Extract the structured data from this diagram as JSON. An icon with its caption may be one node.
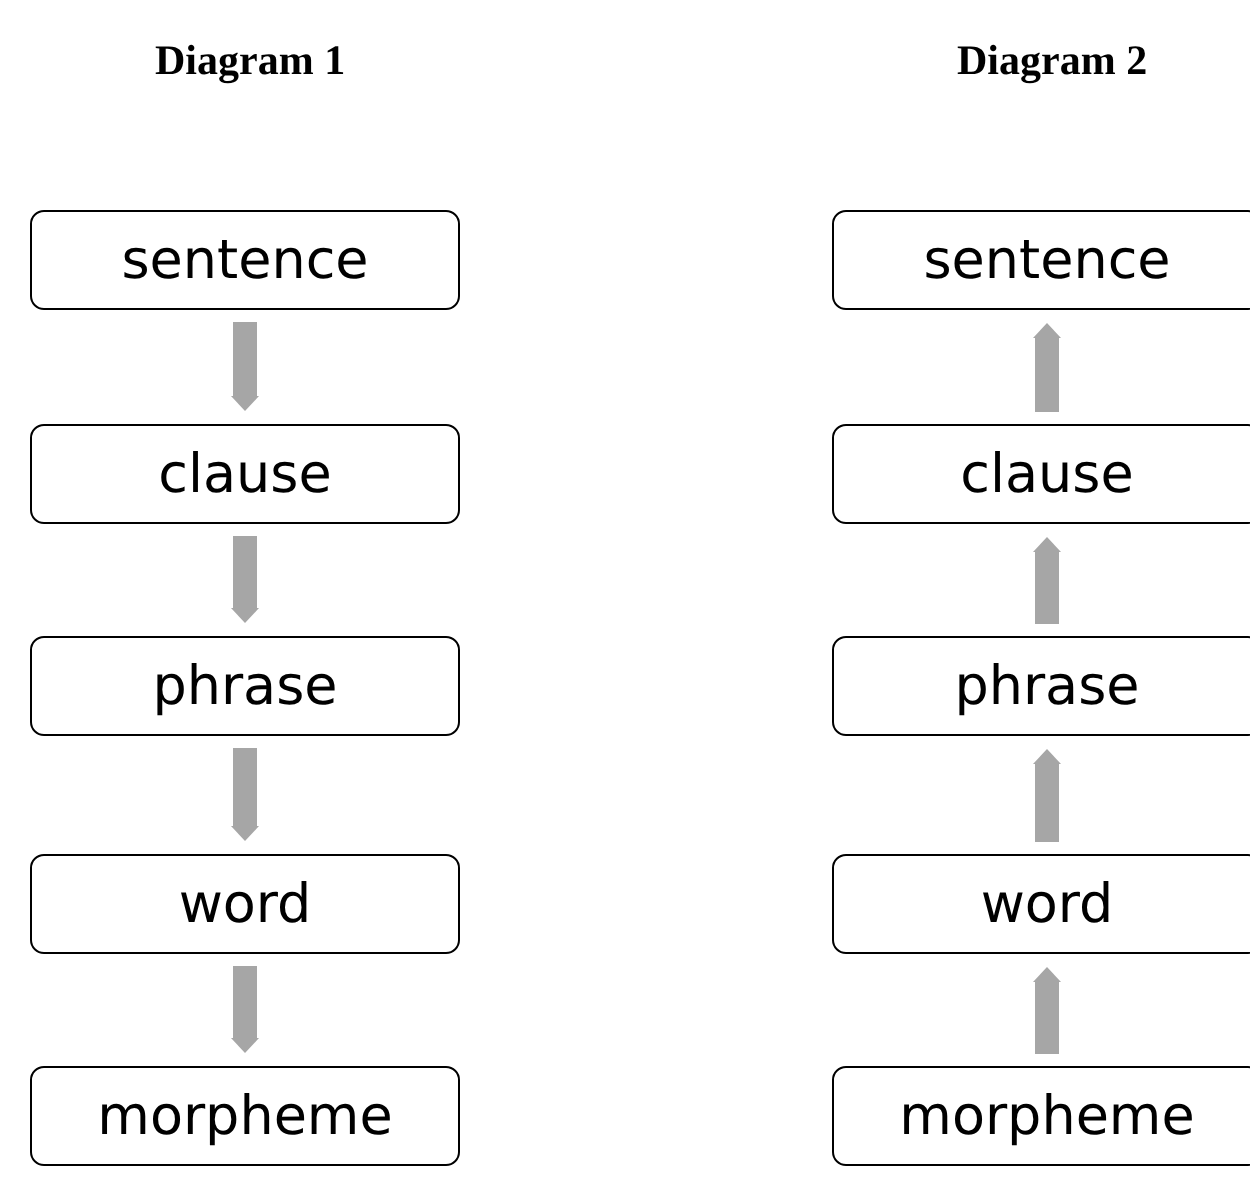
{
  "diagram": {
    "nodes": [
      {
        "text": [
          "sentence"
        ]
      },
      {
        "text": [
          "clause"
        ]
      },
      {
        "text": [
          "phrase"
        ]
      },
      {
        "text": [
          "word"
        ]
      },
      {
        "text": [
          "morpheme"
        ]
      },
      {
        "text": [
          "sentence"
        ]
      },
      {
        "text": [
          "clause"
        ]
      },
      {
        "text": [
          "phrase"
        ]
      },
      {
        "text": [
          "word"
        ]
      },
      {
        "text": [
          "morpheme"
        ]
      }
    ],
    "edges": [
      {
        "from": 0,
        "to": 1,
        "arrow": "to"
      },
      {
        "from": 1,
        "to": 2,
        "arrow": "to"
      },
      {
        "from": 2,
        "to": 3,
        "arrow": "to"
      },
      {
        "from": 3,
        "to": 4,
        "arrow": "to"
      },
      {
        "from": 9,
        "to": 8,
        "arrow": "to"
      },
      {
        "from": 8,
        "to": 7,
        "arrow": "to"
      },
      {
        "from": 7,
        "to": 6,
        "arrow": "to"
      },
      {
        "from": 6,
        "to": 5,
        "arrow": "to"
      }
    ],
    "labels": [
      "Diagram 1",
      "Diagram 2"
    ]
  }
}
